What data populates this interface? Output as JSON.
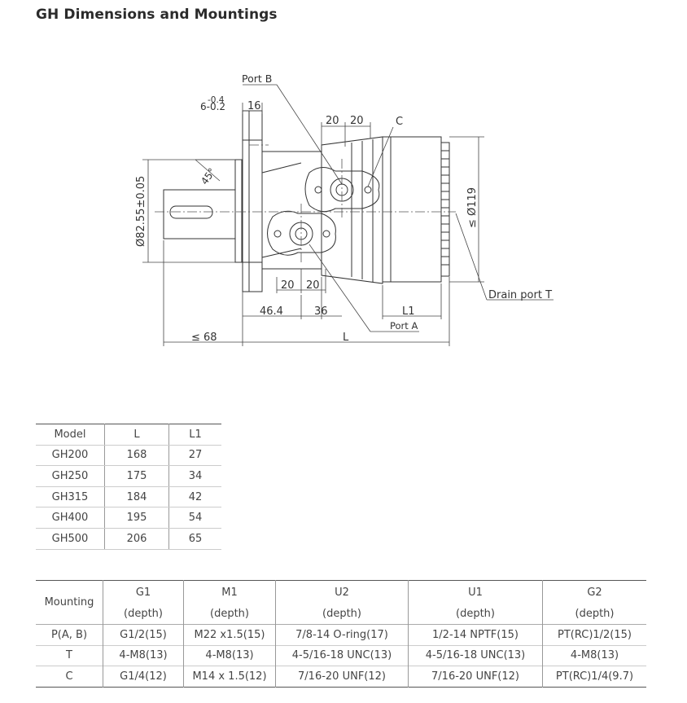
{
  "title": "GH Dimensions and Mountings",
  "drawing_labels": {
    "port_b": "Port B",
    "port_a": "Port A",
    "drain_port": "Drain port T",
    "c": "C",
    "tol_upper": "-0.4",
    "tol_lower": "6-0.2",
    "dim_16": "16",
    "dim_20_top_a": "20",
    "dim_20_top_b": "20",
    "dim_20_bot_a": "20",
    "dim_20_bot_b": "20",
    "angle_45": "45°",
    "dia_pilot": "Ø82.55±0.05",
    "dia_body": "≤ Ø119",
    "dim_46_4": "46.4",
    "dim_36": "36",
    "dim_l1": "L1",
    "dim_68": "≤ 68",
    "dim_l": "L"
  },
  "model_table": {
    "headers": [
      "Model",
      "L",
      "L1"
    ],
    "rows": [
      [
        "GH200",
        "168",
        "27"
      ],
      [
        "GH250",
        "175",
        "34"
      ],
      [
        "GH315",
        "184",
        "42"
      ],
      [
        "GH400",
        "195",
        "54"
      ],
      [
        "GH500",
        "206",
        "65"
      ]
    ]
  },
  "mount_table": {
    "row_header": "Mounting",
    "headers": [
      "G1",
      "M1",
      "U2",
      "U1",
      "G2"
    ],
    "subheaders": [
      "(depth)",
      "(depth)",
      "(depth)",
      "(depth)",
      "(depth)"
    ],
    "rows": [
      [
        "P(A, B)",
        "G1/2(15)",
        "M22 x1.5(15)",
        "7/8-14 O-ring(17)",
        "1/2-14 NPTF(15)",
        "PT(RC)1/2(15)"
      ],
      [
        "T",
        "4-M8(13)",
        "4-M8(13)",
        "4-5/16-18 UNC(13)",
        "4-5/16-18 UNC(13)",
        "4-M8(13)"
      ],
      [
        "C",
        "G1/4(12)",
        "M14 x 1.5(12)",
        "7/16-20 UNF(12)",
        "7/16-20 UNF(12)",
        "PT(RC)1/4(9.7)"
      ]
    ]
  }
}
